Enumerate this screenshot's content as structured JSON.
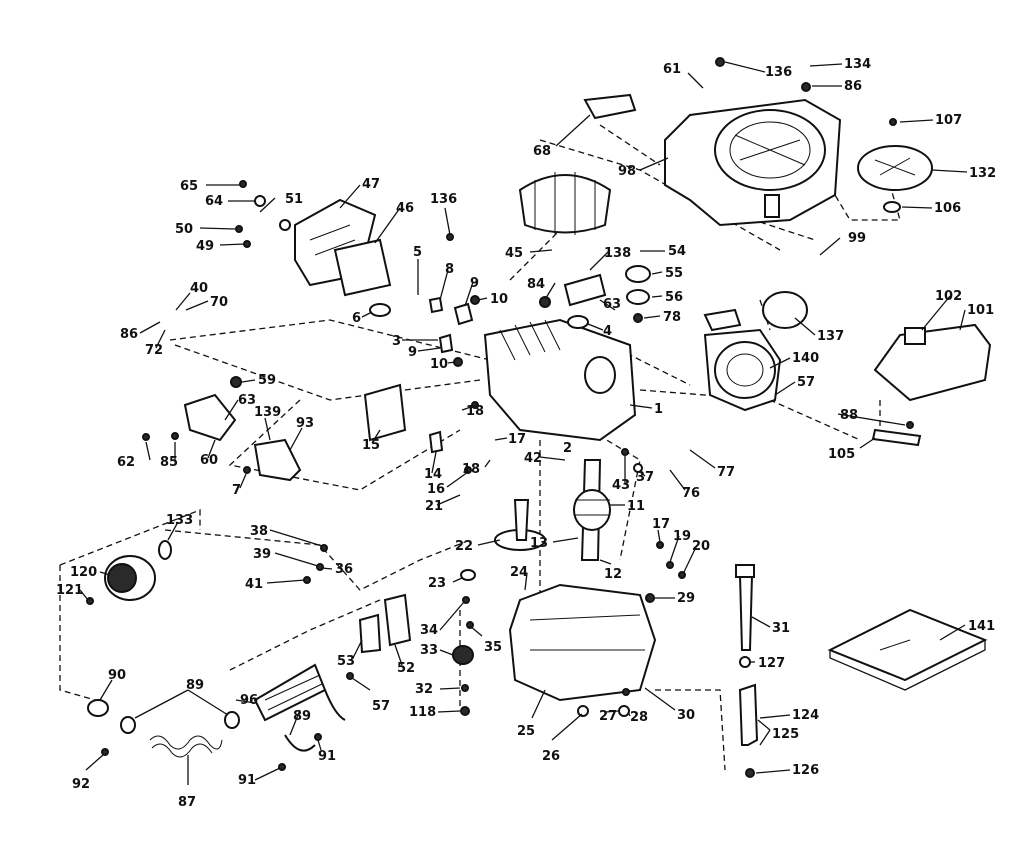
{
  "callouts": [
    {
      "id": "c61",
      "text": "61"
    },
    {
      "id": "c136a",
      "text": "136"
    },
    {
      "id": "c134",
      "text": "134"
    },
    {
      "id": "c86a",
      "text": "86"
    },
    {
      "id": "c107",
      "text": "107"
    },
    {
      "id": "c132",
      "text": "132"
    },
    {
      "id": "c106",
      "text": "106"
    },
    {
      "id": "c68",
      "text": "68"
    },
    {
      "id": "c98",
      "text": "98"
    },
    {
      "id": "c99",
      "text": "99"
    },
    {
      "id": "c65",
      "text": "65"
    },
    {
      "id": "c64",
      "text": "64"
    },
    {
      "id": "c51",
      "text": "51"
    },
    {
      "id": "c47",
      "text": "47"
    },
    {
      "id": "c46",
      "text": "46"
    },
    {
      "id": "c136b",
      "text": "136"
    },
    {
      "id": "c50",
      "text": "50"
    },
    {
      "id": "c49",
      "text": "49"
    },
    {
      "id": "c45",
      "text": "45"
    },
    {
      "id": "c138",
      "text": "138"
    },
    {
      "id": "c54",
      "text": "54"
    },
    {
      "id": "c5",
      "text": "5"
    },
    {
      "id": "c8",
      "text": "8"
    },
    {
      "id": "c9a",
      "text": "9"
    },
    {
      "id": "c10a",
      "text": "10"
    },
    {
      "id": "c84",
      "text": "84"
    },
    {
      "id": "c55",
      "text": "55"
    },
    {
      "id": "c56",
      "text": "56"
    },
    {
      "id": "c63",
      "text": "63"
    },
    {
      "id": "c78",
      "text": "78"
    },
    {
      "id": "c4",
      "text": "4"
    },
    {
      "id": "c40",
      "text": "40"
    },
    {
      "id": "c70",
      "text": "70"
    },
    {
      "id": "c86b",
      "text": "86"
    },
    {
      "id": "c72",
      "text": "72"
    },
    {
      "id": "c6",
      "text": "6"
    },
    {
      "id": "c3",
      "text": "3"
    },
    {
      "id": "c9b",
      "text": "9"
    },
    {
      "id": "c10b",
      "text": "10"
    },
    {
      "id": "c137",
      "text": "137"
    },
    {
      "id": "c102",
      "text": "102"
    },
    {
      "id": "c101",
      "text": "101"
    },
    {
      "id": "c140",
      "text": "140"
    },
    {
      "id": "c57a",
      "text": "57"
    },
    {
      "id": "c59",
      "text": "59"
    },
    {
      "id": "c63b",
      "text": "63"
    },
    {
      "id": "c139",
      "text": "139"
    },
    {
      "id": "c93",
      "text": "93"
    },
    {
      "id": "c15",
      "text": "15"
    },
    {
      "id": "c18",
      "text": "18"
    },
    {
      "id": "c1",
      "text": "1"
    },
    {
      "id": "c88",
      "text": "88"
    },
    {
      "id": "c105",
      "text": "105"
    },
    {
      "id": "c62",
      "text": "62"
    },
    {
      "id": "c85",
      "text": "85"
    },
    {
      "id": "c60",
      "text": "60"
    },
    {
      "id": "c7",
      "text": "7"
    },
    {
      "id": "c14",
      "text": "14"
    },
    {
      "id": "c17a",
      "text": "17"
    },
    {
      "id": "c2",
      "text": "2"
    },
    {
      "id": "c42",
      "text": "42"
    },
    {
      "id": "c43",
      "text": "43"
    },
    {
      "id": "c37",
      "text": "37"
    },
    {
      "id": "c77",
      "text": "77"
    },
    {
      "id": "c76",
      "text": "76"
    },
    {
      "id": "c16",
      "text": "16"
    },
    {
      "id": "c18b",
      "text": "18"
    },
    {
      "id": "c21",
      "text": "21"
    },
    {
      "id": "c11",
      "text": "11"
    },
    {
      "id": "c133",
      "text": "133"
    },
    {
      "id": "c38",
      "text": "38"
    },
    {
      "id": "c39",
      "text": "39"
    },
    {
      "id": "c13",
      "text": "13"
    },
    {
      "id": "c22",
      "text": "22"
    },
    {
      "id": "c17b",
      "text": "17"
    },
    {
      "id": "c19",
      "text": "19"
    },
    {
      "id": "c20",
      "text": "20"
    },
    {
      "id": "c12",
      "text": "12"
    },
    {
      "id": "c24",
      "text": "24"
    },
    {
      "id": "c120",
      "text": "120"
    },
    {
      "id": "c36",
      "text": "36"
    },
    {
      "id": "c41",
      "text": "41"
    },
    {
      "id": "c23",
      "text": "23"
    },
    {
      "id": "c121",
      "text": "121"
    },
    {
      "id": "c29",
      "text": "29"
    },
    {
      "id": "c31",
      "text": "31"
    },
    {
      "id": "c34",
      "text": "34"
    },
    {
      "id": "c35",
      "text": "35"
    },
    {
      "id": "c53",
      "text": "53"
    },
    {
      "id": "c52",
      "text": "52"
    },
    {
      "id": "c33",
      "text": "33"
    },
    {
      "id": "c141",
      "text": "141"
    },
    {
      "id": "c127",
      "text": "127"
    },
    {
      "id": "c90",
      "text": "90"
    },
    {
      "id": "c89a",
      "text": "89"
    },
    {
      "id": "c96",
      "text": "96"
    },
    {
      "id": "c57b",
      "text": "57"
    },
    {
      "id": "c32",
      "text": "32"
    },
    {
      "id": "c118",
      "text": "118"
    },
    {
      "id": "c89b",
      "text": "89"
    },
    {
      "id": "c91a",
      "text": "91"
    },
    {
      "id": "c25",
      "text": "25"
    },
    {
      "id": "c27",
      "text": "27"
    },
    {
      "id": "c28",
      "text": "28"
    },
    {
      "id": "c30",
      "text": "30"
    },
    {
      "id": "c124",
      "text": "124"
    },
    {
      "id": "c125",
      "text": "125"
    },
    {
      "id": "c92",
      "text": "92"
    },
    {
      "id": "c87",
      "text": "87"
    },
    {
      "id": "c91b",
      "text": "91"
    },
    {
      "id": "c26",
      "text": "26"
    },
    {
      "id": "c126",
      "text": "126"
    }
  ]
}
